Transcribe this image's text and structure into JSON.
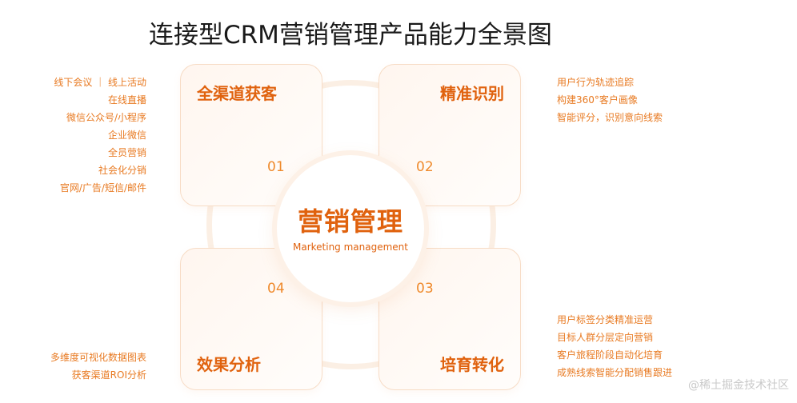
{
  "title": "连接型CRM营销管理产品能力全景图",
  "center": {
    "title": "营销管理",
    "subtitle": "Marketing management"
  },
  "quadrants": [
    {
      "title": "全渠道获客",
      "number": "01"
    },
    {
      "title": "精准识别",
      "number": "02"
    },
    {
      "title": "培育转化",
      "number": "03"
    },
    {
      "title": "效果分析",
      "number": "04"
    }
  ],
  "lists": {
    "left_top": [
      "线下会议 ｜ 线上活动",
      "在线直播",
      "微信公众号/小程序",
      "企业微信",
      "全员营销",
      "社会化分销",
      "官网/广告/短信/邮件"
    ],
    "right_top": [
      "用户行为轨迹追踪",
      "构建360°客户画像",
      "智能评分，识别意向线索"
    ],
    "right_bottom": [
      "用户标签分类精准运营",
      "目标人群分层定向营销",
      "客户旅程阶段自动化培育",
      "成熟线索智能分配销售跟进"
    ],
    "left_bottom": [
      "多维度可视化数据图表",
      "获客渠道ROI分析"
    ]
  },
  "watermark": "@稀土掘金技术社区",
  "colors": {
    "accent": "#e0620e",
    "number": "#ef8a2c",
    "list_text": "#e87a22",
    "card_bg": "#fff6ef"
  }
}
